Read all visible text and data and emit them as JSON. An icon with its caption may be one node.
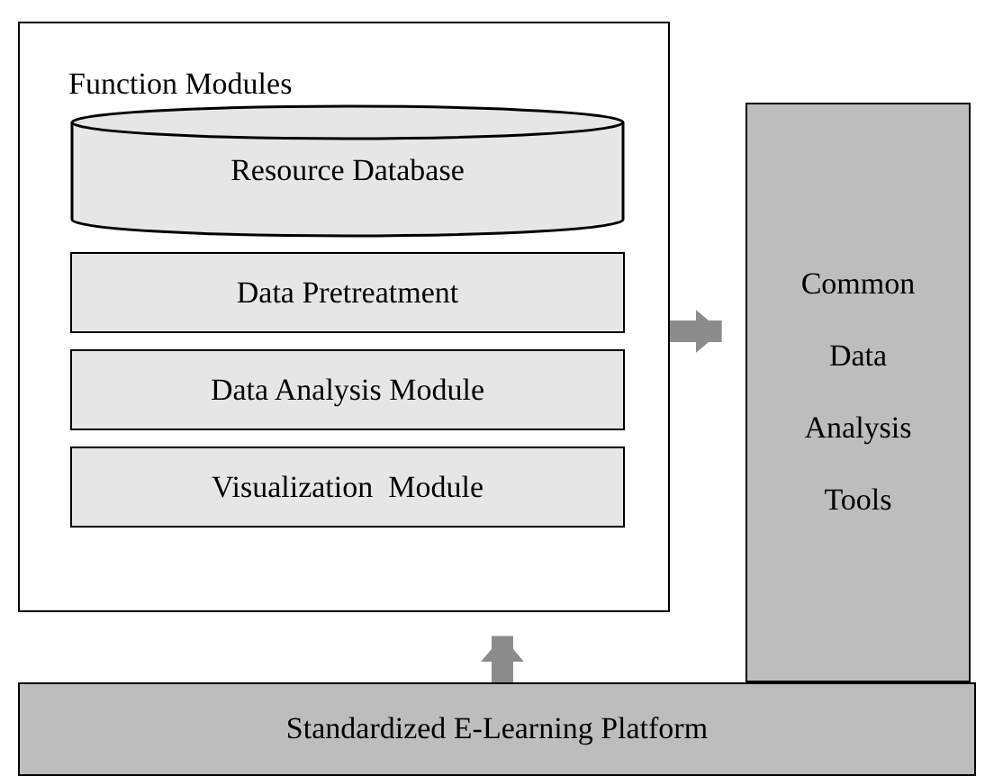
{
  "diagram": {
    "nodes": [
      {
        "text": [
          "Function Modules"
        ]
      },
      {
        "text": [
          "Resource Database"
        ],
        "in": 0
      },
      {
        "text": [
          "Data Pretreatment"
        ],
        "in": 0
      },
      {
        "text": [
          "Data Analysis Module"
        ],
        "in": 0
      },
      {
        "text": [
          "Visualization  Module"
        ],
        "in": 0
      },
      {
        "text": [
          "Common Data Analysis Tools"
        ]
      },
      {
        "text": [
          "Standardized E-Learning Platform"
        ]
      }
    ],
    "edges": [
      {
        "from": 0,
        "to": 5,
        "arrow": "to"
      },
      {
        "from": 6,
        "to": 0,
        "arrow": "to"
      }
    ]
  }
}
